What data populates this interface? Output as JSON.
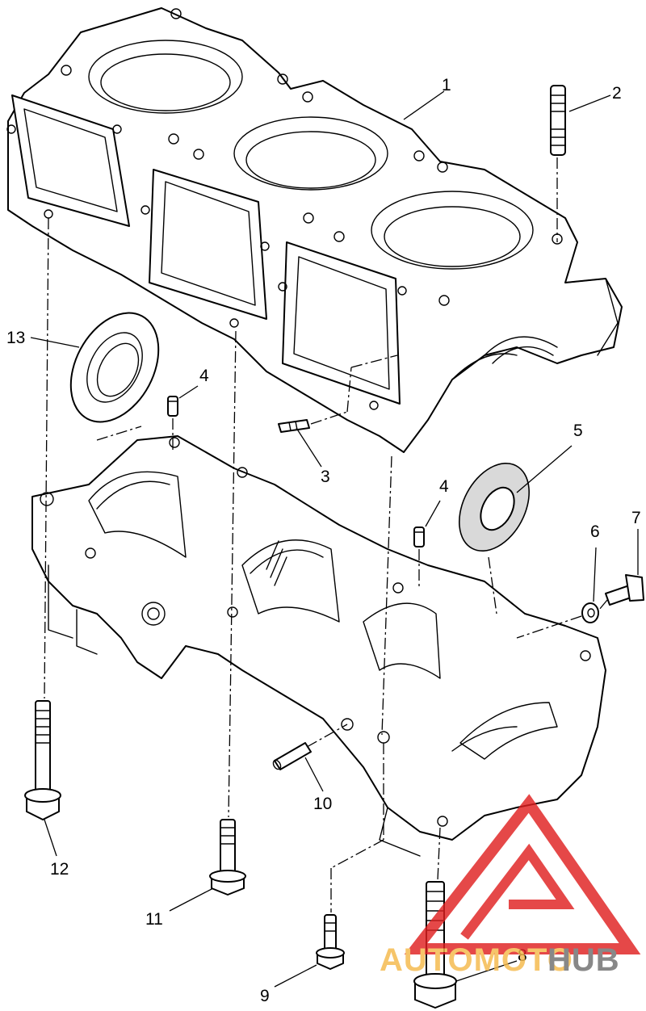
{
  "diagram": {
    "callouts": [
      {
        "id": "c1",
        "label": "1"
      },
      {
        "id": "c2",
        "label": "2"
      },
      {
        "id": "c3",
        "label": "3"
      },
      {
        "id": "c4a",
        "label": "4"
      },
      {
        "id": "c4b",
        "label": "4"
      },
      {
        "id": "c5",
        "label": "5"
      },
      {
        "id": "c6",
        "label": "6"
      },
      {
        "id": "c7",
        "label": "7"
      },
      {
        "id": "c8",
        "label": "8"
      },
      {
        "id": "c9",
        "label": "9"
      },
      {
        "id": "c10",
        "label": "10"
      },
      {
        "id": "c11",
        "label": "11"
      },
      {
        "id": "c12",
        "label": "12"
      },
      {
        "id": "c13",
        "label": "13"
      }
    ]
  },
  "watermark": {
    "part1": "AUTOMOTO",
    "part2": "HUB",
    "color_part1": "#f5b94a",
    "color_part2": "#6e6e6e",
    "logo_color": "#e02020"
  }
}
